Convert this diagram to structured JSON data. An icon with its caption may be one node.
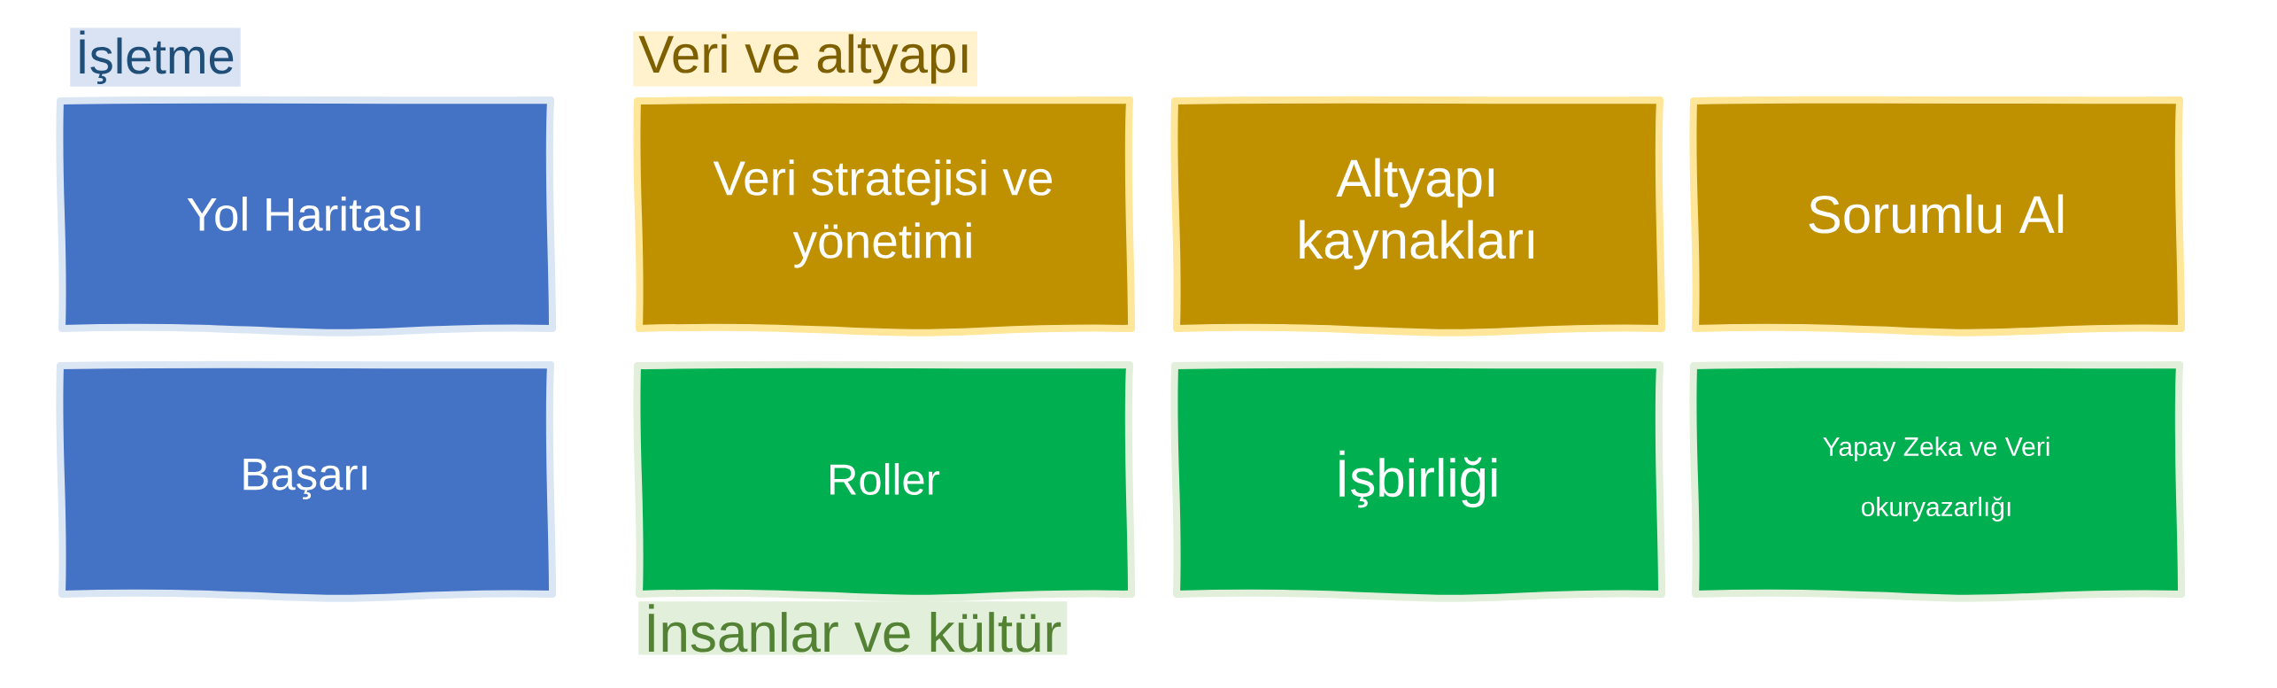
{
  "diagram": {
    "nodes": [
      {
        "text": [
          "Yol Haritası"
        ]
      },
      {
        "text": [
          "Veri stratejisi ve yönetimi"
        ]
      },
      {
        "text": [
          "Altyapı kaynakları"
        ]
      },
      {
        "text": [
          "Sorumlu Al"
        ]
      },
      {
        "text": [
          "Başarı"
        ]
      },
      {
        "text": [
          "Roller"
        ]
      },
      {
        "text": [
          "İşbirliği"
        ]
      },
      {
        "text": [
          "Yapay Zeka ve Veri okuryazarlığı"
        ]
      }
    ],
    "labels": [
      "İşletme",
      "Veri ve altyapı",
      "İnsanlar ve kültür"
    ]
  }
}
